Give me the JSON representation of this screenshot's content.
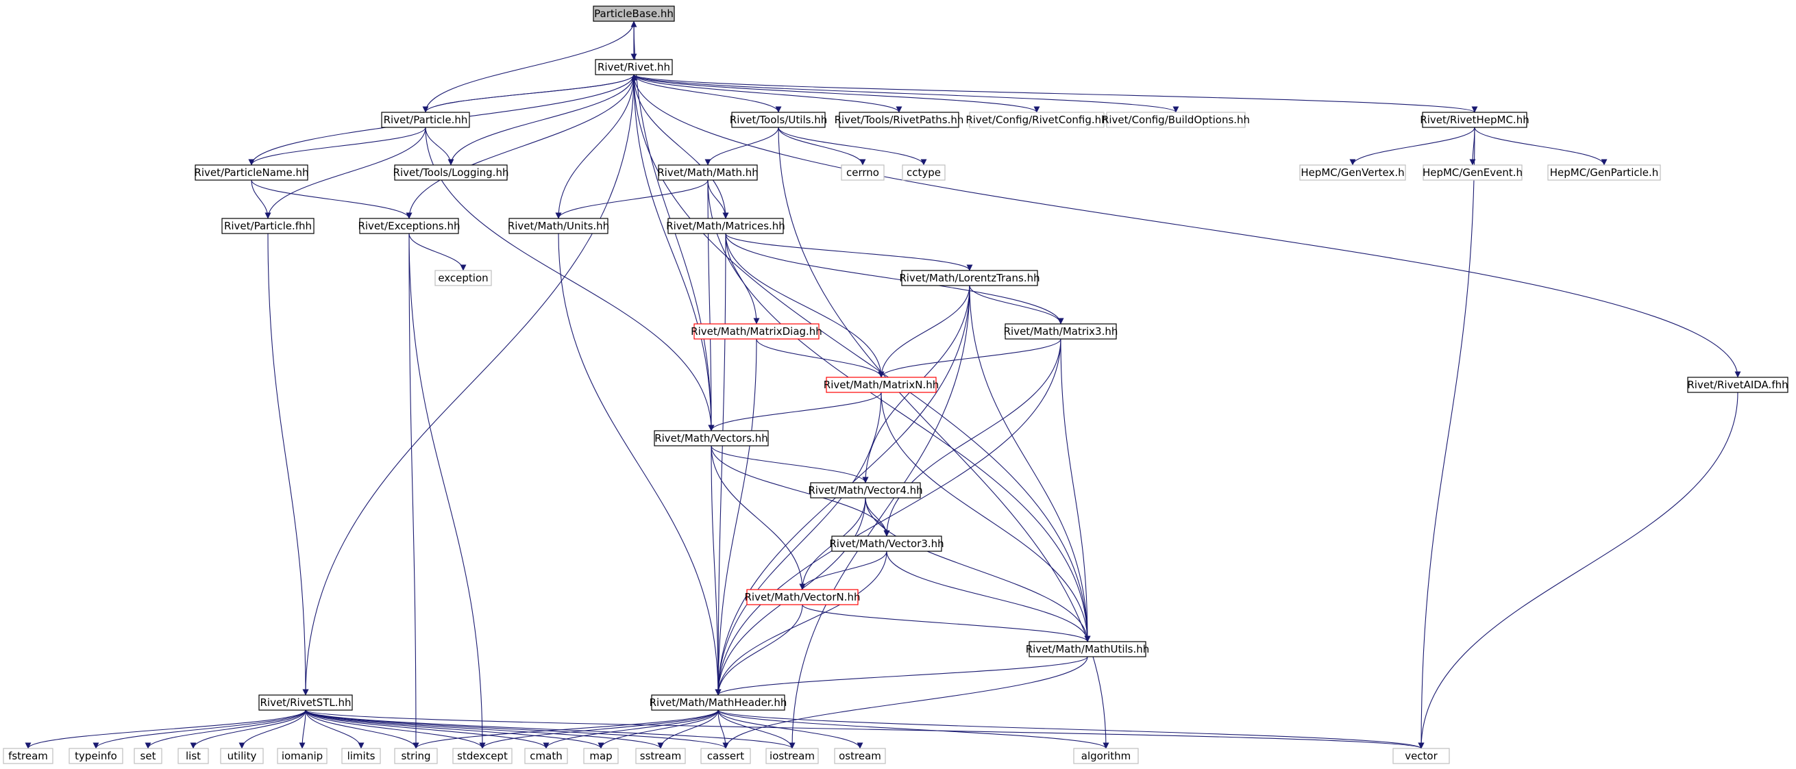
{
  "diagram": {
    "colors": {
      "edge": "#191970",
      "box_normal": "#000000",
      "box_truncated": "#ff0000",
      "box_system": "#bfbfbf",
      "root_fill": "#bfbfbf",
      "text": "#000000"
    },
    "nodes": [
      {
        "id": "particlebase",
        "label": "ParticleBase.hh",
        "kind": "root"
      },
      {
        "id": "rivet",
        "label": "Rivet/Rivet.hh",
        "kind": "normal"
      },
      {
        "id": "particle",
        "label": "Rivet/Particle.hh",
        "kind": "normal"
      },
      {
        "id": "utils",
        "label": "Rivet/Tools/Utils.hh",
        "kind": "normal"
      },
      {
        "id": "rivetpaths",
        "label": "Rivet/Tools/RivetPaths.hh",
        "kind": "normal"
      },
      {
        "id": "rivetconfig",
        "label": "Rivet/Config/RivetConfig.hh",
        "kind": "system"
      },
      {
        "id": "buildoptions",
        "label": "Rivet/Config/BuildOptions.hh",
        "kind": "system"
      },
      {
        "id": "rivethepmc",
        "label": "Rivet/RivetHepMC.hh",
        "kind": "normal"
      },
      {
        "id": "particlename",
        "label": "Rivet/ParticleName.hh",
        "kind": "normal"
      },
      {
        "id": "logging",
        "label": "Rivet/Tools/Logging.hh",
        "kind": "normal"
      },
      {
        "id": "math",
        "label": "Rivet/Math/Math.hh",
        "kind": "normal"
      },
      {
        "id": "cerrno",
        "label": "cerrno",
        "kind": "system"
      },
      {
        "id": "cctype",
        "label": "cctype",
        "kind": "system"
      },
      {
        "id": "genvertex",
        "label": "HepMC/GenVertex.h",
        "kind": "system"
      },
      {
        "id": "genevent",
        "label": "HepMC/GenEvent.h",
        "kind": "system"
      },
      {
        "id": "genparticle",
        "label": "HepMC/GenParticle.h",
        "kind": "system"
      },
      {
        "id": "particlefhh",
        "label": "Rivet/Particle.fhh",
        "kind": "normal"
      },
      {
        "id": "exceptions",
        "label": "Rivet/Exceptions.hh",
        "kind": "normal"
      },
      {
        "id": "units",
        "label": "Rivet/Math/Units.hh",
        "kind": "normal"
      },
      {
        "id": "matrices",
        "label": "Rivet/Math/Matrices.hh",
        "kind": "normal"
      },
      {
        "id": "exception",
        "label": "exception",
        "kind": "system"
      },
      {
        "id": "lorentztrans",
        "label": "Rivet/Math/LorentzTrans.hh",
        "kind": "normal"
      },
      {
        "id": "matrixdiag",
        "label": "Rivet/Math/MatrixDiag.hh",
        "kind": "truncated"
      },
      {
        "id": "matrix3",
        "label": "Rivet/Math/Matrix3.hh",
        "kind": "normal"
      },
      {
        "id": "matrixn",
        "label": "Rivet/Math/MatrixN.hh",
        "kind": "truncated"
      },
      {
        "id": "rivetaida",
        "label": "Rivet/RivetAIDA.fhh",
        "kind": "normal"
      },
      {
        "id": "vectors",
        "label": "Rivet/Math/Vectors.hh",
        "kind": "normal"
      },
      {
        "id": "vector4",
        "label": "Rivet/Math/Vector4.hh",
        "kind": "normal"
      },
      {
        "id": "vector3",
        "label": "Rivet/Math/Vector3.hh",
        "kind": "normal"
      },
      {
        "id": "vectorn",
        "label": "Rivet/Math/VectorN.hh",
        "kind": "truncated"
      },
      {
        "id": "mathutils",
        "label": "Rivet/Math/MathUtils.hh",
        "kind": "normal"
      },
      {
        "id": "rivetstl",
        "label": "Rivet/RivetSTL.hh",
        "kind": "normal"
      },
      {
        "id": "mathheader",
        "label": "Rivet/Math/MathHeader.hh",
        "kind": "normal"
      },
      {
        "id": "fstream",
        "label": "fstream",
        "kind": "system"
      },
      {
        "id": "typeinfo",
        "label": "typeinfo",
        "kind": "system"
      },
      {
        "id": "set",
        "label": "set",
        "kind": "system"
      },
      {
        "id": "list",
        "label": "list",
        "kind": "system"
      },
      {
        "id": "utility",
        "label": "utility",
        "kind": "system"
      },
      {
        "id": "iomanip",
        "label": "iomanip",
        "kind": "system"
      },
      {
        "id": "limits",
        "label": "limits",
        "kind": "system"
      },
      {
        "id": "string",
        "label": "string",
        "kind": "system"
      },
      {
        "id": "stdexcept",
        "label": "stdexcept",
        "kind": "system"
      },
      {
        "id": "cmath",
        "label": "cmath",
        "kind": "system"
      },
      {
        "id": "map",
        "label": "map",
        "kind": "system"
      },
      {
        "id": "sstream",
        "label": "sstream",
        "kind": "system"
      },
      {
        "id": "cassert",
        "label": "cassert",
        "kind": "system"
      },
      {
        "id": "iostream",
        "label": "iostream",
        "kind": "system"
      },
      {
        "id": "ostream",
        "label": "ostream",
        "kind": "system"
      },
      {
        "id": "algorithm",
        "label": "algorithm",
        "kind": "system"
      },
      {
        "id": "vector",
        "label": "vector",
        "kind": "system"
      }
    ],
    "edges": [
      [
        "particlebase",
        "rivet"
      ],
      [
        "particlebase",
        "vectors"
      ],
      [
        "rivet",
        "particle"
      ],
      [
        "rivet",
        "utils"
      ],
      [
        "rivet",
        "rivetpaths"
      ],
      [
        "rivet",
        "rivetconfig"
      ],
      [
        "rivet",
        "buildoptions"
      ],
      [
        "rivet",
        "rivethepmc"
      ],
      [
        "rivet",
        "particlename"
      ],
      [
        "rivet",
        "exceptions"
      ],
      [
        "rivet",
        "units"
      ],
      [
        "rivet",
        "matrices"
      ],
      [
        "rivet",
        "vectors"
      ],
      [
        "rivet",
        "mathutils"
      ],
      [
        "rivet",
        "rivetstl"
      ],
      [
        "rivet",
        "rivetaida"
      ],
      [
        "particle",
        "particlebase"
      ],
      [
        "particle",
        "rivet"
      ],
      [
        "particle",
        "particlename"
      ],
      [
        "particle",
        "logging"
      ],
      [
        "particle",
        "particlefhh"
      ],
      [
        "particle",
        "vectors"
      ],
      [
        "logging",
        "rivet"
      ],
      [
        "utils",
        "math"
      ],
      [
        "utils",
        "cerrno"
      ],
      [
        "utils",
        "cctype"
      ],
      [
        "utils",
        "algorithm"
      ],
      [
        "rivethepmc",
        "genvertex"
      ],
      [
        "rivethepmc",
        "genevent"
      ],
      [
        "rivethepmc",
        "genparticle"
      ],
      [
        "rivethepmc",
        "vector"
      ],
      [
        "particlename",
        "particlefhh"
      ],
      [
        "particlename",
        "exceptions"
      ],
      [
        "particlefhh",
        "rivetstl"
      ],
      [
        "exceptions",
        "exception"
      ],
      [
        "exceptions",
        "string"
      ],
      [
        "exceptions",
        "stdexcept"
      ],
      [
        "math",
        "units"
      ],
      [
        "math",
        "matrices"
      ],
      [
        "math",
        "vectors"
      ],
      [
        "math",
        "mathutils"
      ],
      [
        "units",
        "mathheader"
      ],
      [
        "matrices",
        "lorentztrans"
      ],
      [
        "matrices",
        "matrixdiag"
      ],
      [
        "matrices",
        "matrix3"
      ],
      [
        "matrices",
        "matrixn"
      ],
      [
        "matrices",
        "mathheader"
      ],
      [
        "lorentztrans",
        "matrix3"
      ],
      [
        "lorentztrans",
        "matrixn"
      ],
      [
        "lorentztrans",
        "vector4"
      ],
      [
        "lorentztrans",
        "mathheader"
      ],
      [
        "lorentztrans",
        "mathutils"
      ],
      [
        "lorentztrans",
        "iostream"
      ],
      [
        "matrixdiag",
        "matrixn"
      ],
      [
        "matrixdiag",
        "mathheader"
      ],
      [
        "matrix3",
        "matrixn"
      ],
      [
        "matrix3",
        "vector3"
      ],
      [
        "matrix3",
        "mathheader"
      ],
      [
        "matrix3",
        "mathutils"
      ],
      [
        "matrixn",
        "vectors"
      ],
      [
        "matrixn",
        "mathheader"
      ],
      [
        "matrixn",
        "mathutils"
      ],
      [
        "vectors",
        "vector4"
      ],
      [
        "vectors",
        "vector3"
      ],
      [
        "vectors",
        "vectorn"
      ],
      [
        "vectors",
        "mathheader"
      ],
      [
        "vector4",
        "vector3"
      ],
      [
        "vector4",
        "vectorn"
      ],
      [
        "vector4",
        "mathheader"
      ],
      [
        "vector4",
        "mathutils"
      ],
      [
        "vector3",
        "vectorn"
      ],
      [
        "vector3",
        "mathheader"
      ],
      [
        "vector3",
        "mathutils"
      ],
      [
        "vectorn",
        "mathutils"
      ],
      [
        "vectorn",
        "mathheader"
      ],
      [
        "mathutils",
        "mathheader"
      ],
      [
        "mathutils",
        "cassert"
      ],
      [
        "rivetaida",
        "vector"
      ],
      [
        "rivetstl",
        "fstream"
      ],
      [
        "rivetstl",
        "typeinfo"
      ],
      [
        "rivetstl",
        "set"
      ],
      [
        "rivetstl",
        "list"
      ],
      [
        "rivetstl",
        "utility"
      ],
      [
        "rivetstl",
        "iomanip"
      ],
      [
        "rivetstl",
        "limits"
      ],
      [
        "rivetstl",
        "string"
      ],
      [
        "rivetstl",
        "stdexcept"
      ],
      [
        "rivetstl",
        "cmath"
      ],
      [
        "rivetstl",
        "map"
      ],
      [
        "rivetstl",
        "sstream"
      ],
      [
        "rivetstl",
        "cassert"
      ],
      [
        "rivetstl",
        "iostream"
      ],
      [
        "rivetstl",
        "vector"
      ],
      [
        "mathheader",
        "string"
      ],
      [
        "mathheader",
        "stdexcept"
      ],
      [
        "mathheader",
        "cmath"
      ],
      [
        "mathheader",
        "map"
      ],
      [
        "mathheader",
        "sstream"
      ],
      [
        "mathheader",
        "cassert"
      ],
      [
        "mathheader",
        "iostream"
      ],
      [
        "mathheader",
        "ostream"
      ],
      [
        "mathheader",
        "algorithm"
      ],
      [
        "mathheader",
        "vector"
      ]
    ]
  }
}
